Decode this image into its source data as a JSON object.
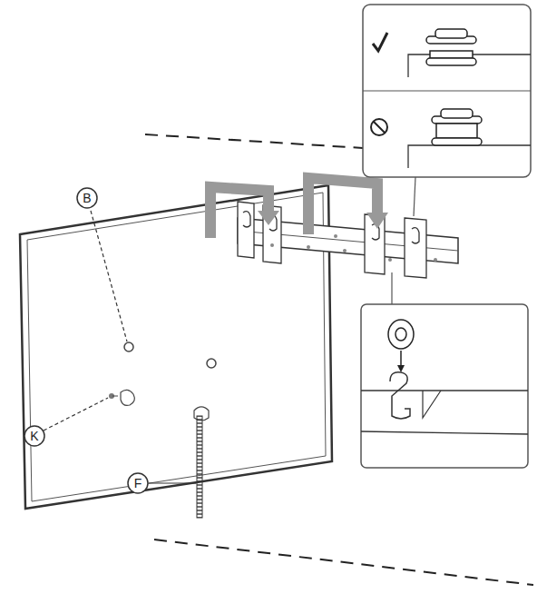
{
  "diagram": {
    "labels": [
      "B",
      "K",
      "F"
    ]
  }
}
